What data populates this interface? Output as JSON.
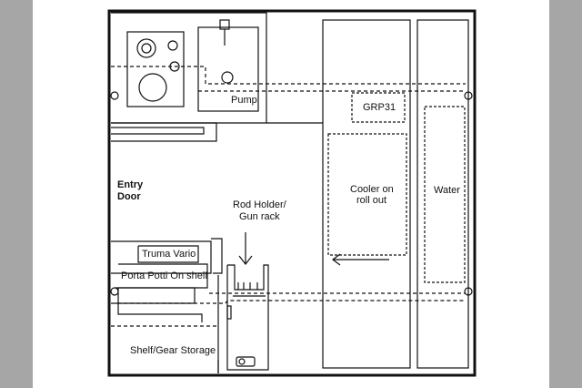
{
  "colors": {
    "outer_background": "#a6a6a6",
    "sheet": "#ffffff",
    "lines": "#111111"
  },
  "labels": {
    "pump": "Pump",
    "grp31": "GRP31",
    "entry_door_line1": "Entry",
    "entry_door_line2": "Door",
    "rod_holder_line1": "Rod Holder/",
    "rod_holder_line2": "Gun rack",
    "cooler_line1": "Cooler on",
    "cooler_line2": "roll out",
    "water": "Water",
    "truma_vario": "Truma Vario",
    "porta_potti": "Porta Potti On shelf",
    "shelf_storage": "Shelf/Gear Storage"
  }
}
